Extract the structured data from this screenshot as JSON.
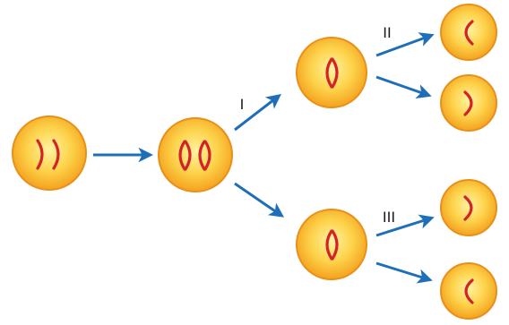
{
  "colors": {
    "cell_center": "#fff3a0",
    "cell_mid": "#fdd24a",
    "cell_edge": "#f4a21e",
    "cell_stroke": "#e8901a",
    "chromosome": "#d2232a",
    "arrow": "#1f6fb8"
  },
  "stages": {
    "division_1": "I",
    "division_2": "II",
    "division_3": "III"
  },
  "cells": [
    {
      "id": "parent-cell",
      "chromosomes": "two-single-chromatids"
    },
    {
      "id": "replicated-cell",
      "chromosomes": "two-paired-chromatids"
    },
    {
      "id": "upper-daughter-cell",
      "chromosomes": "one-paired-chromatid"
    },
    {
      "id": "lower-daughter-cell",
      "chromosomes": "one-paired-chromatid"
    },
    {
      "id": "gamete-1",
      "chromosomes": "single-left-curve"
    },
    {
      "id": "gamete-2",
      "chromosomes": "single-right-curve"
    },
    {
      "id": "gamete-3",
      "chromosomes": "single-right-curve"
    },
    {
      "id": "gamete-4",
      "chromosomes": "single-left-curve"
    }
  ]
}
